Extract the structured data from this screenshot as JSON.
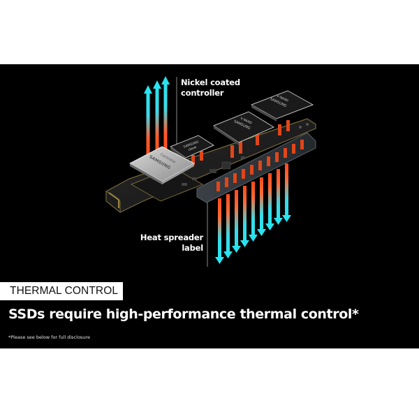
{
  "banner": {
    "background_color": "#000000",
    "callouts": {
      "nickel_controller": {
        "line1": "Nickel coated",
        "line2": "controller"
      },
      "heat_spreader": {
        "line1": "Heat spreader",
        "line2": "label"
      }
    },
    "chip_labels": {
      "controller_brand": "SAMSUNG",
      "controller_text": "Controller",
      "dram_brand": "SAMSUNG",
      "dram_text": "DRAM",
      "nand_brand": "SAMSUNG",
      "nand_text": "V-NAND"
    },
    "arrow_colors": {
      "hot": "#ff4a1c",
      "cool": "#29e3f0"
    },
    "up_arrow_count": 3,
    "down_arrow_count": 9,
    "badge": "THERMAL CONTROL",
    "headline": "SSDs require high-performance thermal control*",
    "disclosure": "*Please see below for full disclosure"
  }
}
